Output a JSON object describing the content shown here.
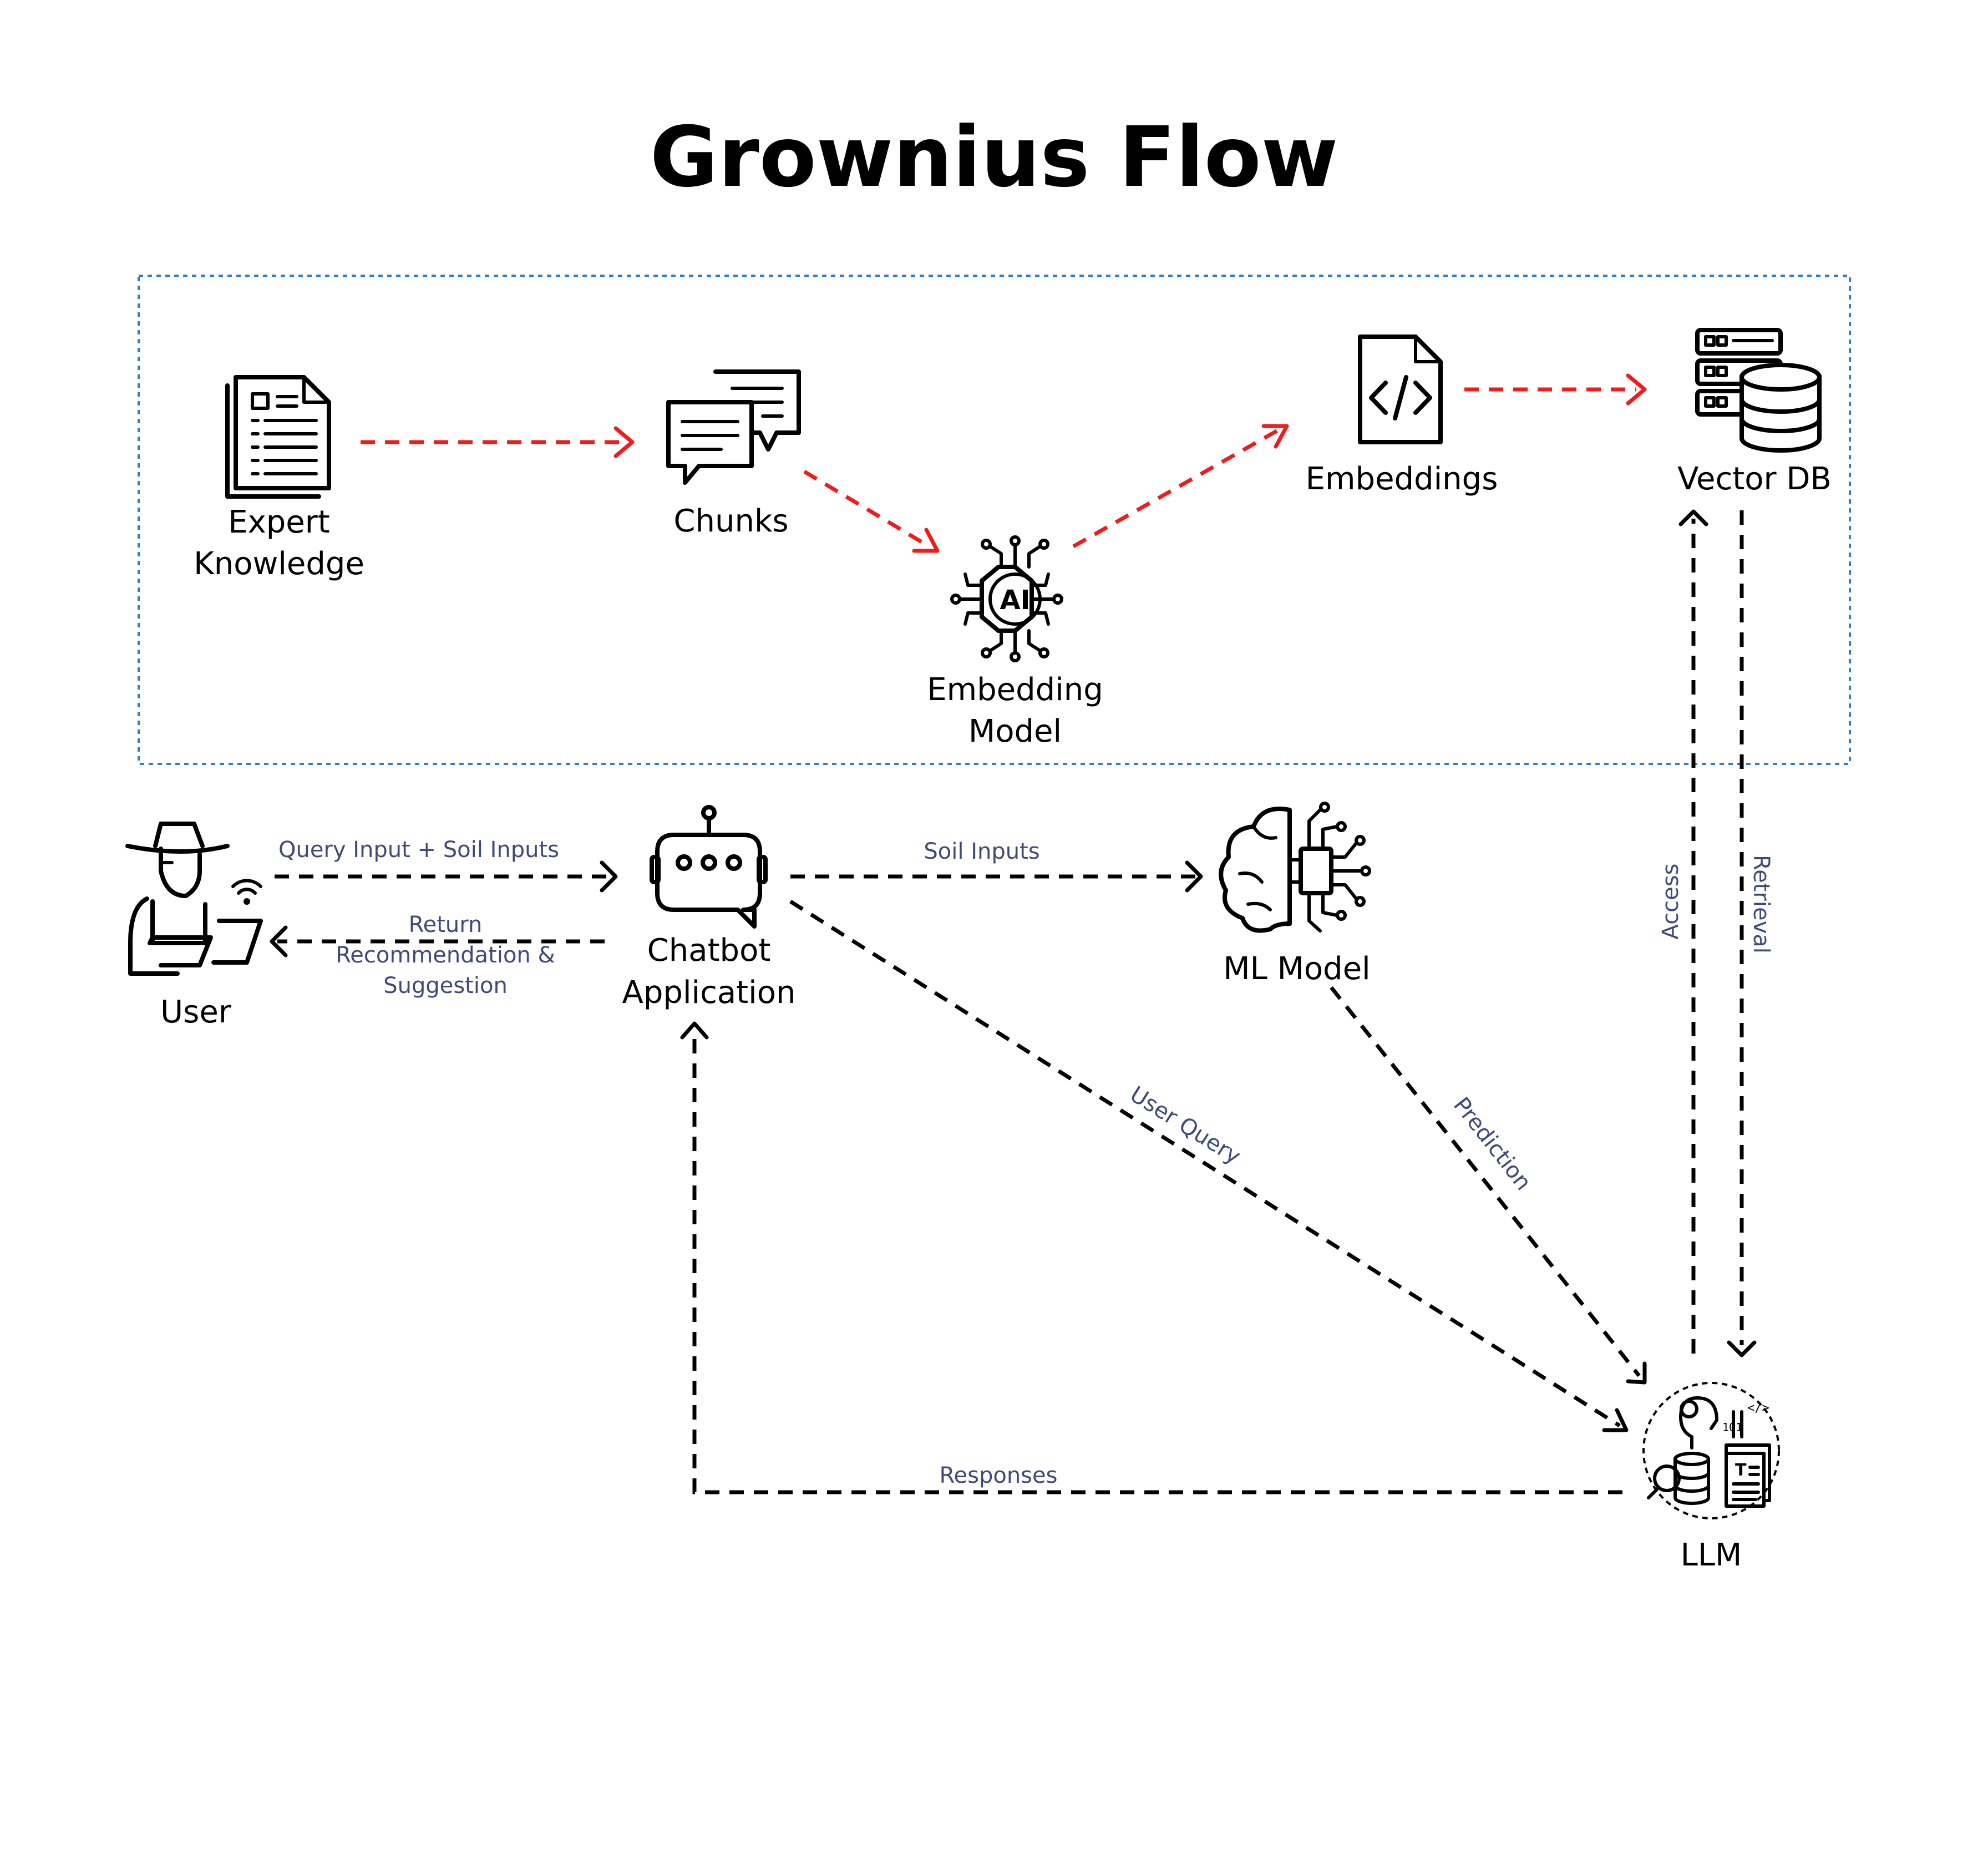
{
  "title": "Grownius Flow",
  "colors": {
    "ingest_arrow": "#ee1c1c",
    "flow_arrow": "#000000",
    "edge_label": "#3d4a7a",
    "group_border": "#2f7fc1"
  },
  "nodes": {
    "expert_knowledge": {
      "line1": "Expert",
      "line2": "Knowledge",
      "icon": "document-icon"
    },
    "chunks": {
      "label": "Chunks",
      "icon": "chat-bubbles-icon"
    },
    "embedding_model": {
      "line1": "Embedding",
      "line2": "Model",
      "icon": "ai-chip-icon"
    },
    "embeddings": {
      "label": "Embeddings",
      "icon": "code-file-icon"
    },
    "vector_db": {
      "label": "Vector DB",
      "icon": "database-server-icon"
    },
    "user": {
      "label": "User",
      "icon": "farmer-icon"
    },
    "chatbot": {
      "line1": "Chatbot",
      "line2": "Application",
      "icon": "robot-icon"
    },
    "ml_model": {
      "label": "ML Model",
      "icon": "brain-circuit-icon"
    },
    "llm": {
      "label": "LLM",
      "icon": "llm-icon"
    }
  },
  "edges": {
    "query_input": "Query Input + Soil Inputs",
    "return_line1": "Return",
    "return_line2": "Recommendation &",
    "return_line3": "Suggestion",
    "soil_inputs": "Soil Inputs",
    "user_query": "User Query",
    "prediction": "Prediction",
    "access": "Access",
    "retrieval": "Retrieval",
    "responses": "Responses"
  }
}
